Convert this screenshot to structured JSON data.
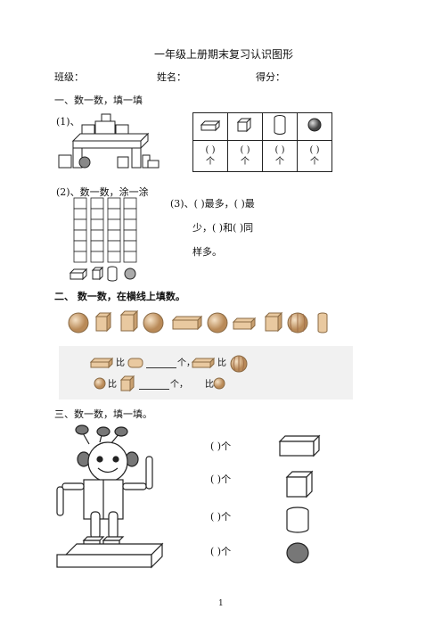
{
  "title": "一年级上册期末复习认识图形",
  "header": {
    "class_label": "班级：",
    "name_label": "姓名：",
    "score_label": "得分："
  },
  "section1": {
    "heading": "一、数一数，填一填",
    "q1_label": "(1)、",
    "table_cells": [
      "(    )\n个",
      "(    )\n个",
      "(    )\n个",
      "(    )\n个"
    ],
    "q2_label": "(2)、数一数，涂一涂",
    "q3_line1": "(3)、(          )最多，(          )最",
    "q3_line2": "少，(          )和(          )同",
    "q3_line3": "样多。"
  },
  "section2": {
    "heading": "二、  数一数，在横线上填数。",
    "compare_word": "比",
    "unit": "个，",
    "unit2": "个，"
  },
  "section3": {
    "heading": "三、数一数，填一填。",
    "answer_rows": [
      "(         )个",
      "(         )个",
      "(         )个",
      "(         )个"
    ]
  },
  "page_number": "1",
  "colors": {
    "wood": "#e9c9a0",
    "wood_dark": "#c9a070",
    "gray_ball": "#6e6e6e",
    "panel": "#f1f1f1"
  }
}
